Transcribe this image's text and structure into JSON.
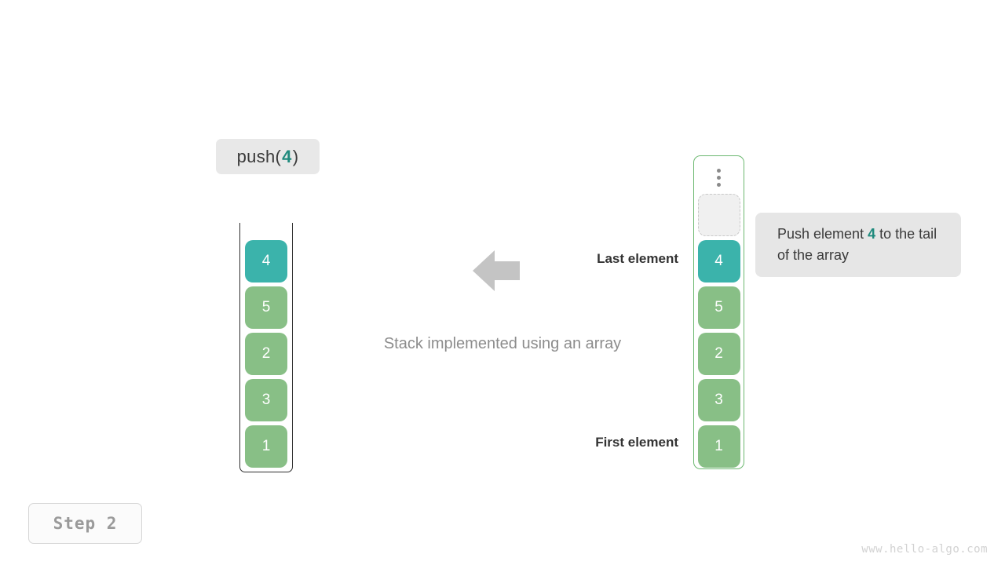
{
  "operation": {
    "prefix": "push(",
    "argument": "4",
    "suffix": ")",
    "accent_color": "#1f8a7d"
  },
  "stack": {
    "title": "Stack implemented using an array",
    "cells": [
      {
        "value": "4",
        "style": "teal"
      },
      {
        "value": "5",
        "style": "green"
      },
      {
        "value": "2",
        "style": "green"
      },
      {
        "value": "3",
        "style": "green"
      },
      {
        "value": "1",
        "style": "green"
      }
    ]
  },
  "array": {
    "ellipsis_icon": "vertical-ellipsis-icon",
    "slots": [
      {
        "value": "",
        "style": "empty"
      },
      {
        "value": "4",
        "style": "teal"
      },
      {
        "value": "5",
        "style": "green"
      },
      {
        "value": "2",
        "style": "green"
      },
      {
        "value": "3",
        "style": "green"
      },
      {
        "value": "1",
        "style": "green"
      }
    ],
    "border_color": "#6cb870"
  },
  "annotations": {
    "last_element": "Last element",
    "first_element": "First element",
    "arrow_icon": "arrow-left-icon",
    "arrow_color": "#c4c4c4"
  },
  "callout": {
    "text_before": "Push element ",
    "highlight": "4",
    "text_after": " to the tail of the array",
    "background": "#e6e6e6"
  },
  "step_badge": {
    "label": "Step 2"
  },
  "watermark": {
    "text": "www.hello-algo.com"
  },
  "colors": {
    "teal": "#3bb3ab",
    "green": "#88bf86",
    "neutral_gray": "#e8e8e8"
  }
}
